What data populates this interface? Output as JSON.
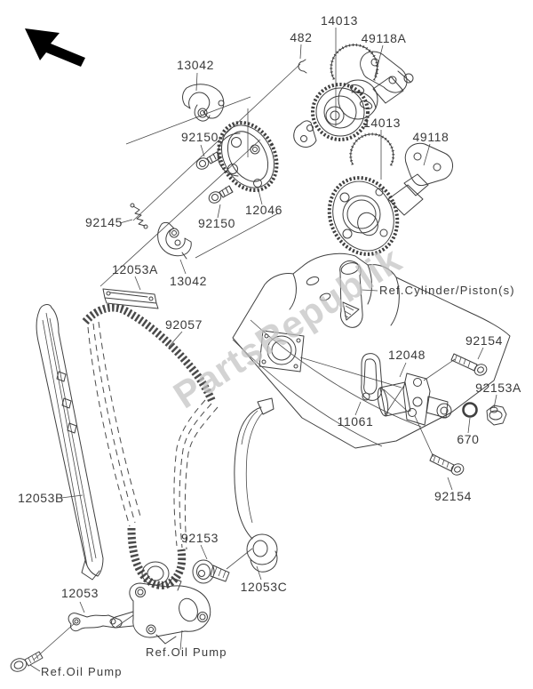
{
  "watermark": "PartsRepublik",
  "colors": {
    "line": "#3f3f3f",
    "text": "#3a3a3a",
    "watermark": "#c3c3c3",
    "arrow": "#000000",
    "background": "#ffffff"
  },
  "labels": {
    "p13042_a": "13042",
    "p482": "482",
    "p14013_a": "14013",
    "p49118a": "49118A",
    "p14013_b": "14013",
    "p49118": "49118",
    "p92150_a": "92150",
    "p12046": "12046",
    "p92150_b": "92150",
    "p92145": "92145",
    "p12053a": "12053A",
    "p13042_b": "13042",
    "p92057": "92057",
    "ref_cylinder": "Ref.Cylinder/Piston(s)",
    "p12048": "12048",
    "p92154_a": "92154",
    "p92153a": "92153A",
    "p670": "670",
    "p11061": "11061",
    "p92154_b": "92154",
    "p12053b": "12053B",
    "p92153": "92153",
    "p12053c": "12053C",
    "p12053": "12053",
    "ref_oil_pump_a": "Ref.Oil Pump",
    "ref_oil_pump_b": "Ref.Oil Pump"
  }
}
